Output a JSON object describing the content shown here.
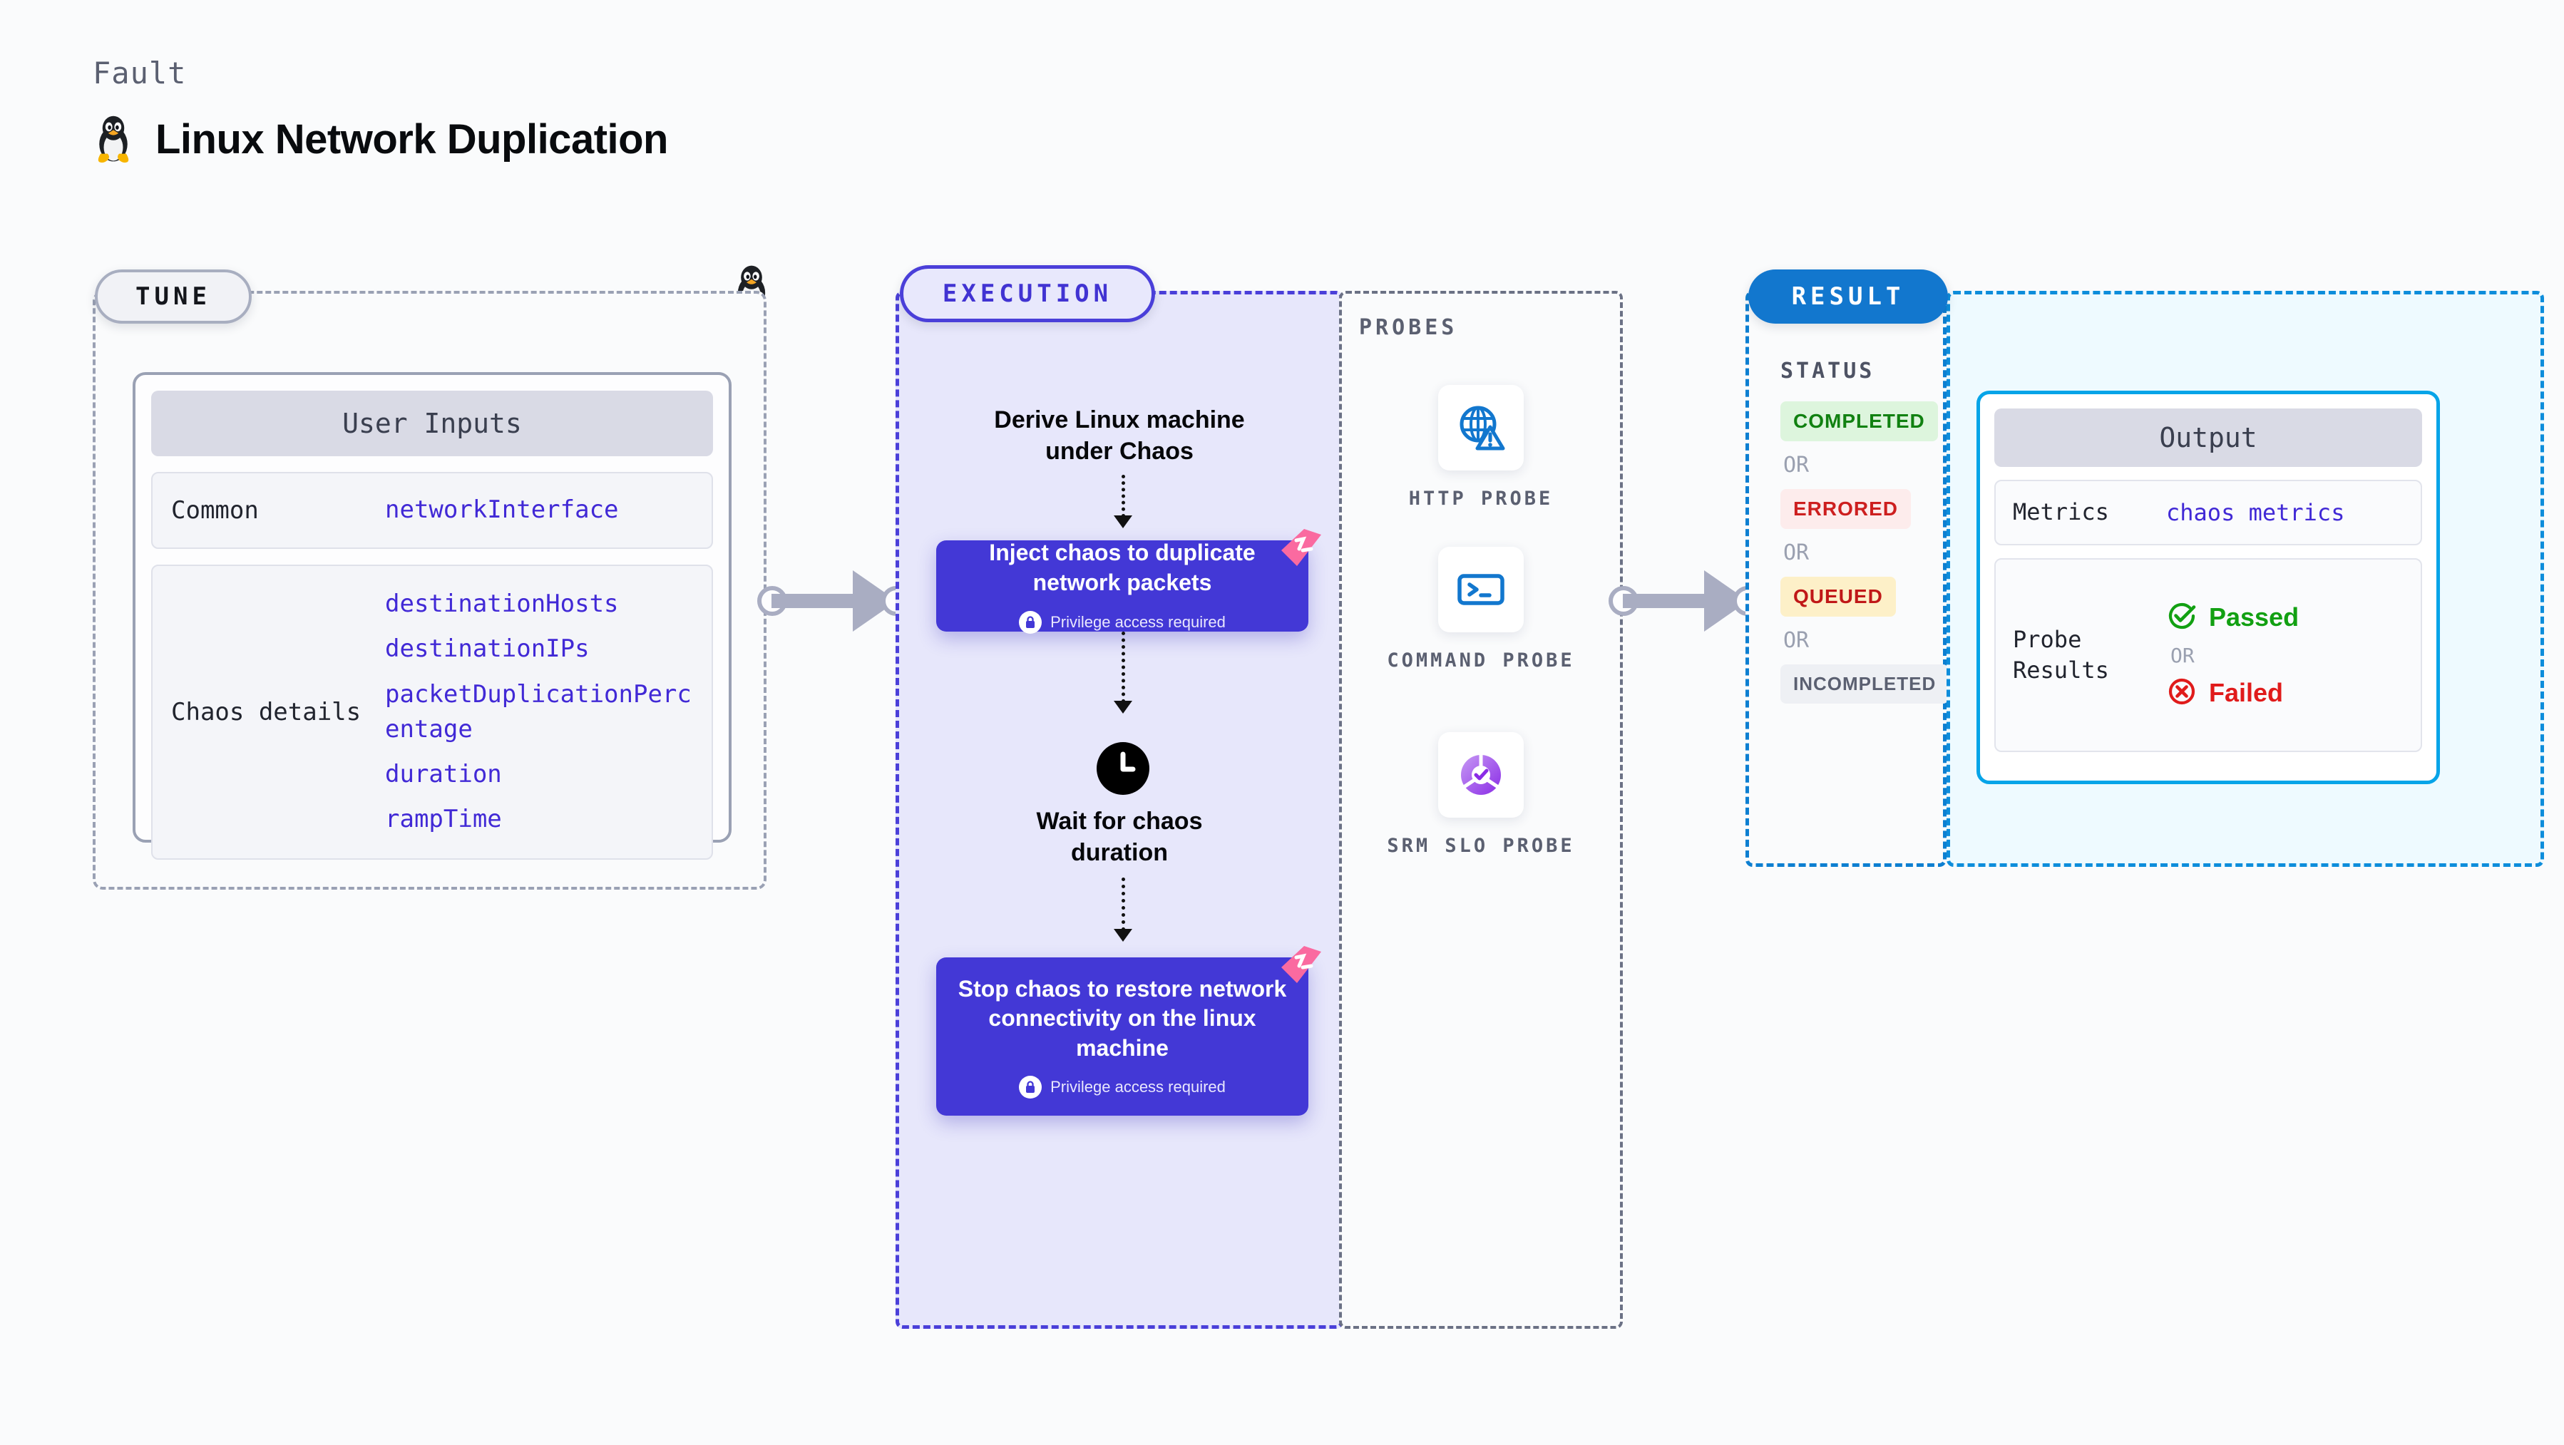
{
  "header": {
    "kicker": "Fault",
    "title": "Linux Network Duplication",
    "icon": "linux-penguin-icon"
  },
  "tune": {
    "badge": "TUNE",
    "card_title": "User Inputs",
    "rows": [
      {
        "label": "Common",
        "values": [
          "networkInterface"
        ]
      },
      {
        "label": "Chaos details",
        "values": [
          "destinationHosts",
          "destinationIPs",
          "packetDuplicationPercentage",
          "duration",
          "rampTime"
        ]
      }
    ]
  },
  "execution": {
    "badge": "EXECUTION",
    "steps": [
      {
        "type": "heading",
        "text": "Derive Linux machine under Chaos"
      },
      {
        "type": "chaos-box",
        "text": "Inject chaos to duplicate network packets",
        "privilege": "Privilege access required",
        "mark": "litmus-chaos-icon"
      },
      {
        "type": "wait",
        "icon": "clock-icon",
        "text": "Wait for chaos duration"
      },
      {
        "type": "chaos-box",
        "text": "Stop chaos to restore network connectivity on the linux machine",
        "privilege": "Privilege access required",
        "mark": "litmus-chaos-icon"
      }
    ]
  },
  "probes": {
    "title": "PROBES",
    "items": [
      {
        "label": "HTTP PROBE",
        "icon": "globe-warning-icon"
      },
      {
        "label": "COMMAND PROBE",
        "icon": "terminal-icon"
      },
      {
        "label": "SRM SLO PROBE",
        "icon": "slo-donut-check-icon"
      }
    ]
  },
  "result": {
    "badge": "RESULT",
    "status_title": "STATUS",
    "or_label": "OR",
    "statuses": [
      {
        "label": "COMPLETED",
        "bg": "#ddf5dd",
        "fg": "#118111"
      },
      {
        "label": "ERRORED",
        "bg": "#fdecec",
        "fg": "#cd1f1f"
      },
      {
        "label": "QUEUED",
        "bg": "#fdf0c8",
        "fg": "#c01818"
      },
      {
        "label": "INCOMPLETED",
        "bg": "#eef0f4",
        "fg": "#5b6071"
      }
    ]
  },
  "output": {
    "card_title": "Output",
    "metrics_label": "Metrics",
    "metrics_value": "chaos metrics",
    "probe_results_label": "Probe Results",
    "passed_label": "Passed",
    "failed_label": "Failed",
    "or_label": "OR",
    "passed_color": "#12a012",
    "failed_color": "#e01b1b"
  },
  "colors": {
    "accent_indigo": "#4338d6",
    "accent_blue": "#1277ce",
    "accent_cyan": "#06a4e8",
    "param_purple": "#4129d6",
    "litmus_pink": "#fa6aa0",
    "connector_gray": "#a9adc2"
  }
}
